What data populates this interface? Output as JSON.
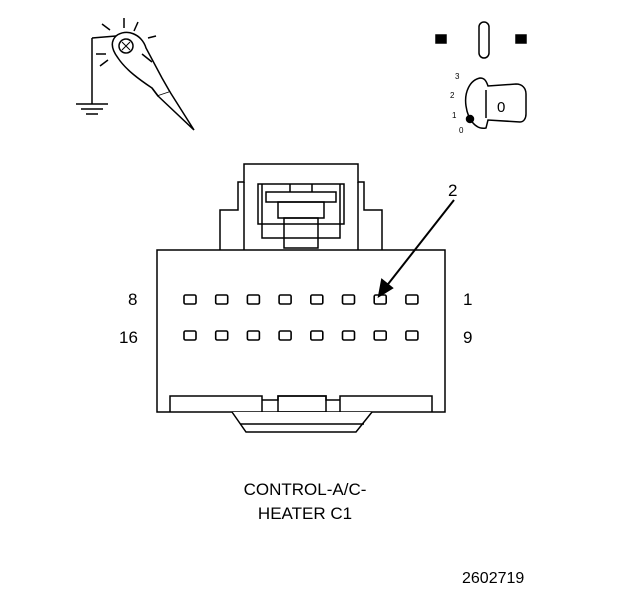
{
  "connector": {
    "pin_labels": {
      "top_left": "8",
      "top_right": "1",
      "bottom_left": "16",
      "bottom_right": "9",
      "callout": "2"
    },
    "rows": 2,
    "pins_per_row": 8
  },
  "ignition_key": {
    "positions": [
      "3",
      "2",
      "1",
      "0"
    ],
    "key_label": "0"
  },
  "caption": {
    "line1": "CONTROL-A/C-",
    "line2": "HEATER C1"
  },
  "figure_id": "2602719",
  "icons": [
    "test-light-probe-icon",
    "ground-symbol-icon",
    "ignition-switch-icon",
    "ignition-key-icon"
  ]
}
